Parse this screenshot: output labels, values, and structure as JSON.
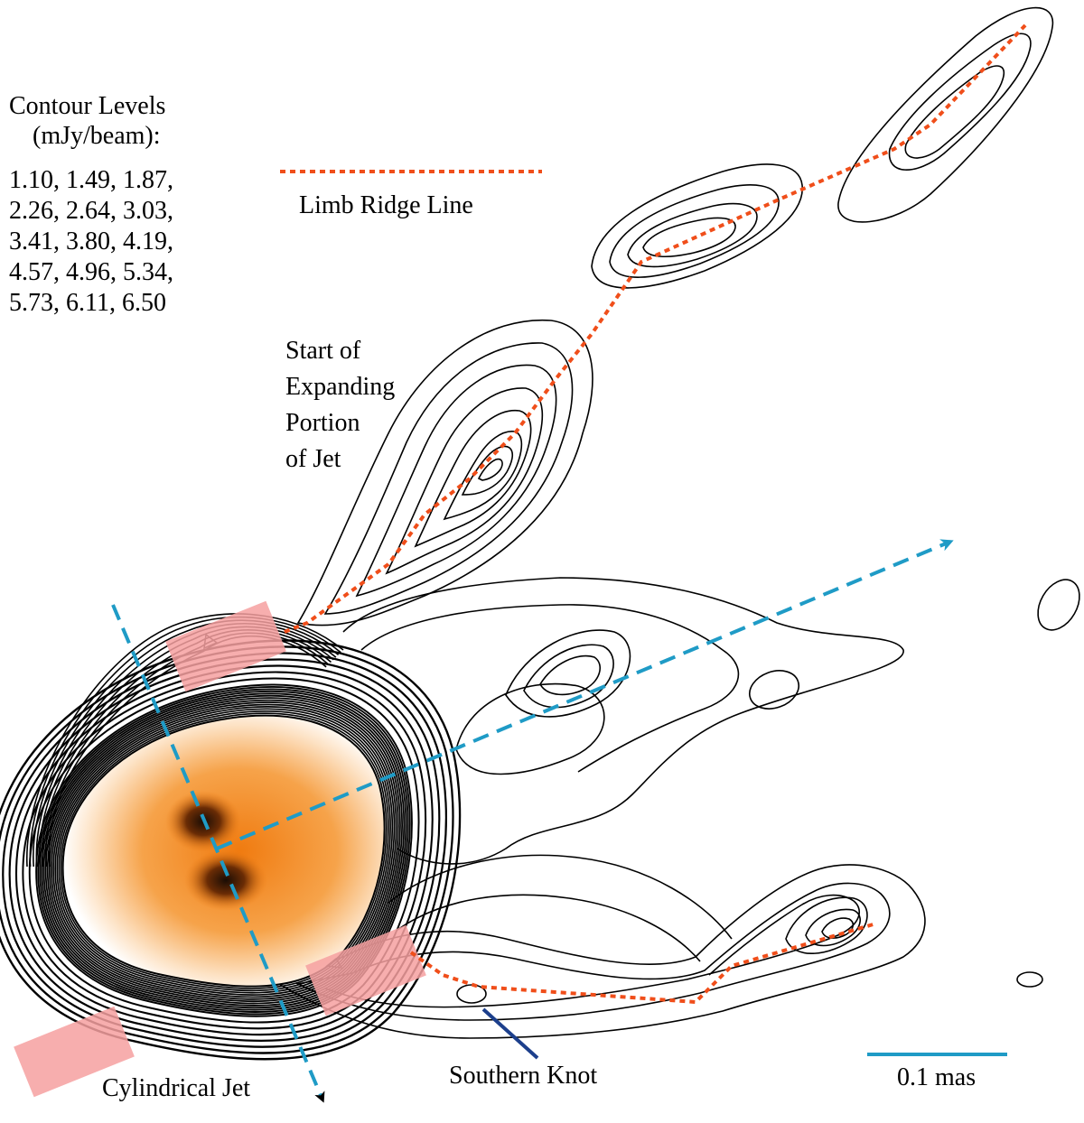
{
  "contour_legend": {
    "title": "Contour Levels",
    "unit": "(mJy/beam):",
    "rows": [
      "1.10, 1.49, 1.87,",
      "2.26, 2.64, 3.03,",
      "3.41, 3.80, 4.19,",
      "4.57, 4.96, 5.34,",
      "5.73, 6.11, 6.50"
    ]
  },
  "labels": {
    "limb_ridge_line": "Limb Ridge Line",
    "expanding": [
      "Start of",
      "Expanding",
      "Portion",
      "of Jet"
    ],
    "cylindrical_jet": "Cylindrical Jet",
    "southern_knot": "Southern Knot",
    "scale_bar": "0.1 mas"
  },
  "colors": {
    "ridge_line": "#f04e1a",
    "axis_dashed": "#1f9bc6",
    "scale_bar": "#1f9bc6",
    "knot_pointer": "#1c3f8c",
    "jet_box": "#f6a0a0",
    "contour": "#000000",
    "core_hot": "#f07b10",
    "core_dark": "#1a0d05"
  }
}
